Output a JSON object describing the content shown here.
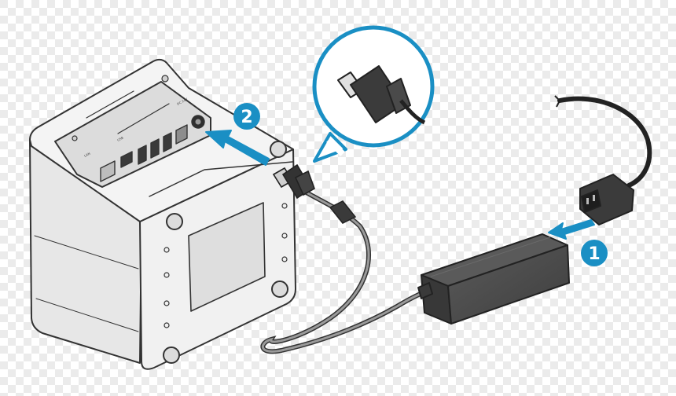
{
  "steps": [
    {
      "number": "1",
      "color": "#1a8fc4"
    },
    {
      "number": "2",
      "color": "#1a8fc4"
    }
  ],
  "port_labels": [
    "LAN",
    "USB",
    "DC 24V"
  ],
  "colors": {
    "background_checker_a": "#ffffff",
    "background_checker_b": "#ebebeb",
    "line_art": "#333333",
    "printer_body": "#ececec",
    "adapter_body": "#4a4a4a",
    "accent": "#1a8fc4"
  },
  "icons": [
    "printer-illustration",
    "power-adapter-illustration",
    "ac-power-cord-illustration",
    "dc-plug-callout-icon",
    "insert-arrow-icon"
  ]
}
